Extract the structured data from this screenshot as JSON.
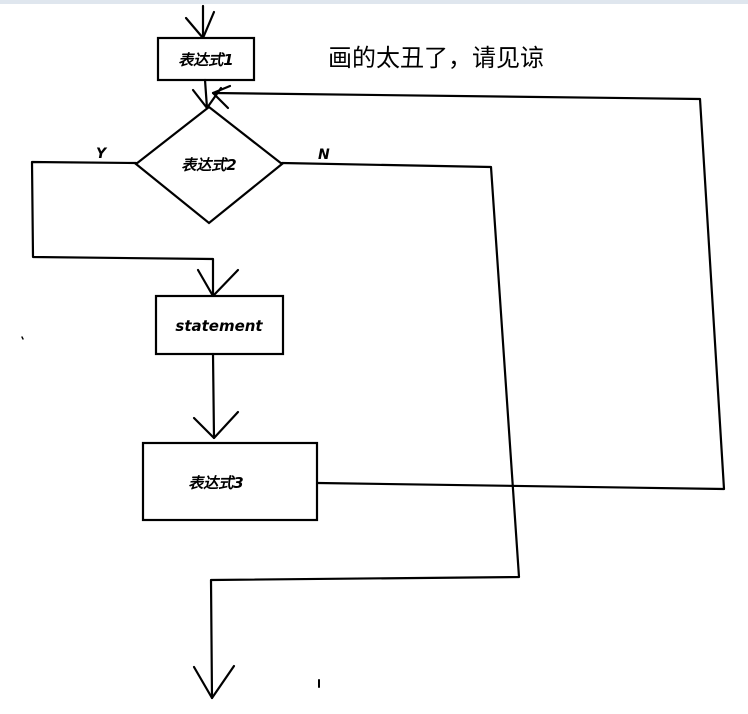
{
  "diagram": {
    "nodes": {
      "expr1": "表达式1",
      "expr2": "表达式2",
      "statement": "statement",
      "expr3": "表达式3"
    },
    "branch_yes": "Y",
    "branch_no": "N",
    "note": "画的太丑了，请见谅"
  }
}
